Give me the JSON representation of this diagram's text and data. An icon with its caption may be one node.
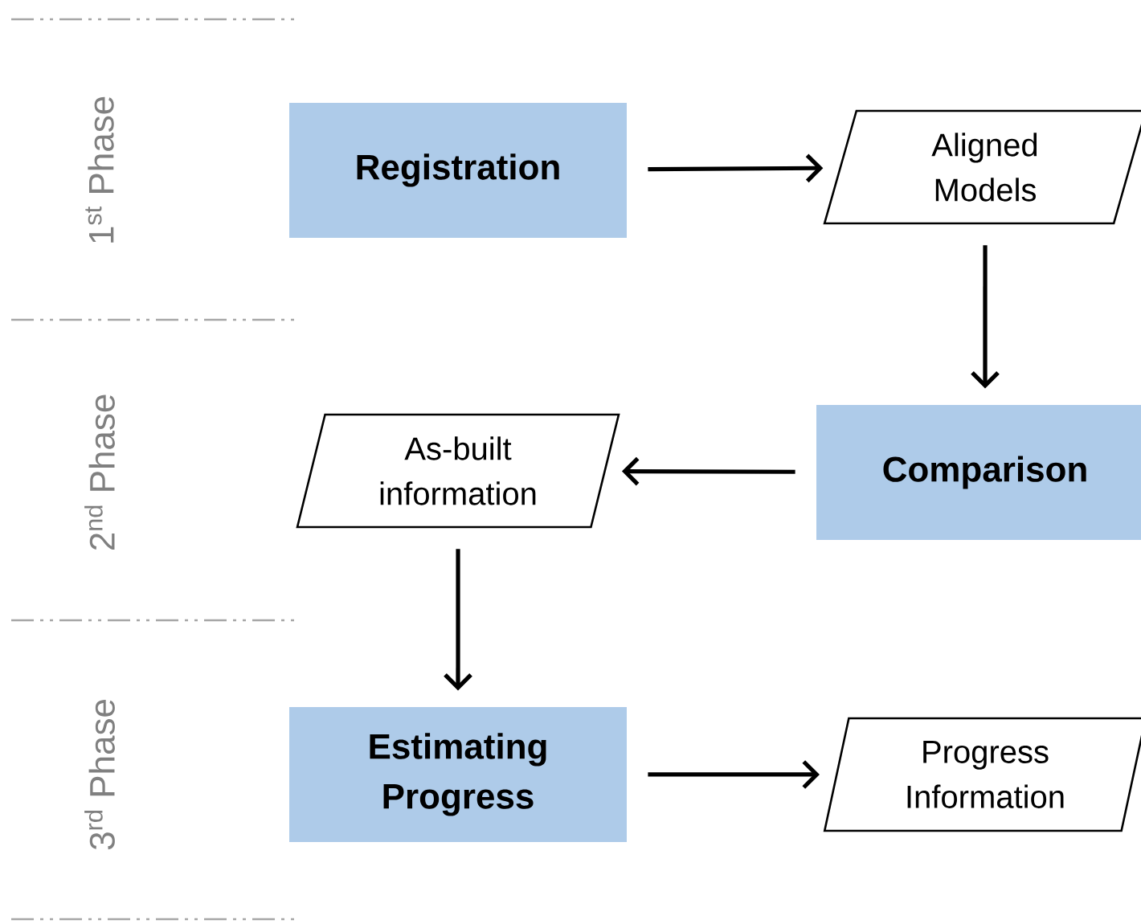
{
  "diagram": {
    "nodes": [
      {
        "text": [
          "Registration"
        ]
      },
      {
        "text": [
          "Aligned Models"
        ]
      },
      {
        "text": [
          "As-built information"
        ]
      },
      {
        "text": [
          "Comparison"
        ]
      },
      {
        "text": [
          "Estimating Progress"
        ]
      },
      {
        "text": [
          "Progress Information"
        ]
      }
    ],
    "edges": [
      {
        "from": 0,
        "to": 1,
        "arrow": "to"
      },
      {
        "from": 1,
        "to": 3,
        "arrow": "to"
      },
      {
        "from": 3,
        "to": 2,
        "arrow": "to"
      },
      {
        "from": 2,
        "to": 4,
        "arrow": "to"
      },
      {
        "from": 4,
        "to": 5,
        "arrow": "to"
      }
    ],
    "labels": [
      "1$^{st}$ Phase",
      "2$^{nd}$ Phase",
      "3$^{rd}$ Phase"
    ]
  }
}
